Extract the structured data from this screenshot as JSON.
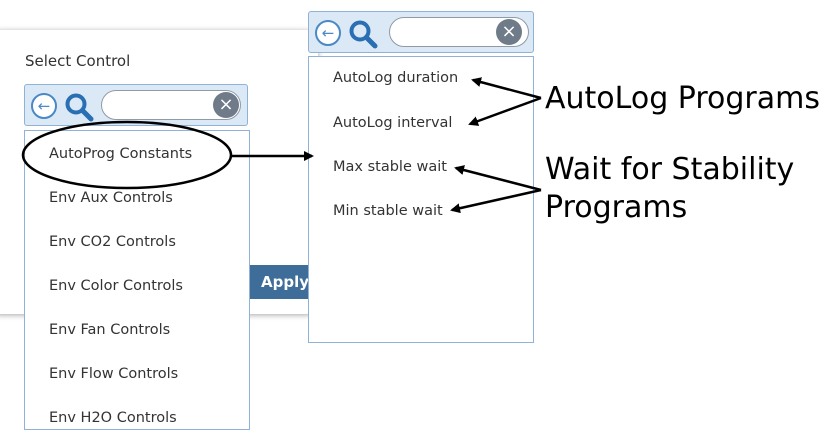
{
  "left_panel": {
    "title": "Select Control",
    "back_icon": "arrow-left-icon",
    "search_icon": "search-icon",
    "clear_icon": "close-icon",
    "search_value": "",
    "apply_label": "Apply",
    "items": [
      "AutoProg Constants",
      "Env Aux Controls",
      "Env CO2 Controls",
      "Env Color Controls",
      "Env Fan Controls",
      "Env Flow Controls",
      "Env H2O Controls"
    ]
  },
  "right_panel": {
    "back_icon": "arrow-left-icon",
    "search_icon": "search-icon",
    "clear_icon": "close-icon",
    "search_value": "",
    "items": [
      "AutoLog duration",
      "AutoLog interval",
      "Max stable wait",
      "Min stable wait"
    ]
  },
  "annotations": {
    "autolog_label": "AutoLog Programs",
    "stability_label_line1": "Wait for Stability",
    "stability_label_line2": "Programs"
  },
  "colors": {
    "accent": "#4a89c5",
    "searchbar_bg": "#dbe9f6",
    "apply_bg": "#3e6d99"
  }
}
